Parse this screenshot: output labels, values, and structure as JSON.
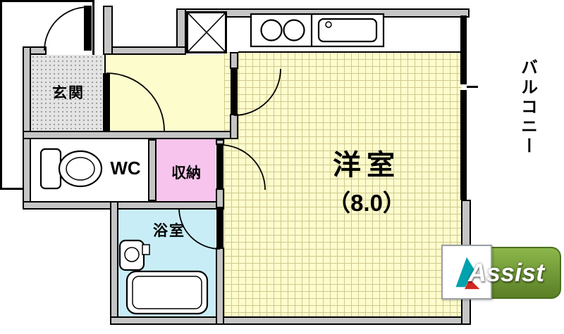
{
  "rooms": {
    "genkan": {
      "label": "玄関"
    },
    "wc": {
      "label": "WC"
    },
    "closet": {
      "label": "収納"
    },
    "bathroom": {
      "label": "浴室"
    },
    "main_room": {
      "label": "洋室",
      "size": "（8.0）"
    },
    "balcony": {
      "label": "バルコニー"
    }
  },
  "logo": {
    "text": "Assist"
  },
  "icons": {
    "toilet-icon": "tank + oval bowl outline",
    "kitchen-counter-icon": "two burner circles + rounded sink",
    "bathtub-icon": "double rounded rectangle",
    "bath-faucet-icon": "box with dial circle and spout",
    "washing-machine-cross": "square with X diagonals",
    "door-arc": "quarter-circle swing lines",
    "assist-mark-icon": "teal wedge with red triangle"
  },
  "colors": {
    "room_yellow": "#fdfccd",
    "closet_pink": "#f6c4ec",
    "bath_cyan": "#c9edf6",
    "wall_gray": "#c5c5c5",
    "genkan_gray": "#e4e4e4",
    "grid_line": "#cfc98f",
    "logo_green_light": "#8cb74b",
    "logo_green_dark": "#5a7f26",
    "logo_teal": "#00a2ad",
    "logo_red": "#d0291f"
  }
}
